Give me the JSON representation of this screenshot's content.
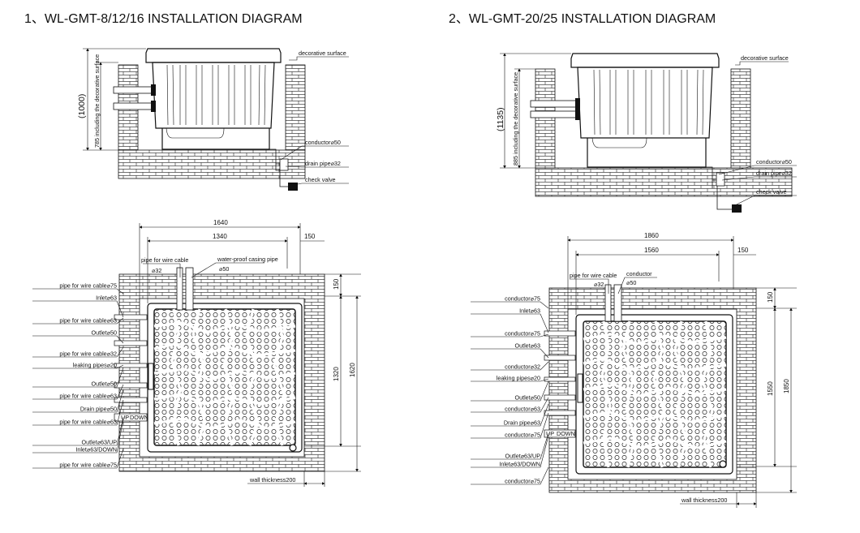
{
  "titles": {
    "left": "1、WL-GMT-8/12/16 INSTALLATION DIAGRAM",
    "right": "2、WL-GMT-20/25 INSTALLATION DIAGRAM"
  },
  "common": {
    "decorative_surface": "decorative surface",
    "conductor_50": "conductor⌀50",
    "drain_pipe_32": "drain pipe⌀32",
    "check_valve": "check valve",
    "up_label": "UP",
    "down_label": "DOWN",
    "wall_thickness": "wall thickness200",
    "dim_150": "150"
  },
  "left": {
    "height_total": "(1000)",
    "height_inner": "785 including the decorative surface",
    "width_outer": "1640",
    "width_inner": "1340",
    "height_outer": "1620",
    "height_inner_plan": "1320",
    "top_pipe_left": "pipe for wire cable",
    "top_pipe_right": "water-proof casing pipe",
    "top_dia_left": "⌀32",
    "top_dia_right": "⌀50",
    "side_labels": [
      "pipe for wire cable⌀75",
      "Inlet⌀63",
      "pipe for wire cable⌀63",
      "Outlet⌀50",
      "pipe for wire cable⌀32",
      "leaking pipes⌀20",
      "Outlet⌀50",
      "pipe for wire cable⌀63",
      "Drain pipe⌀50",
      "pipe for wire cable⌀63",
      "Outlet⌀63/UP",
      "Inlet⌀63/DOWN",
      "pipe for wire cable⌀75"
    ]
  },
  "right": {
    "height_total": "(1135)",
    "height_inner": "885 including the decorative surface",
    "width_outer": "1860",
    "width_inner": "1560",
    "height_outer": "1850",
    "height_inner_plan": "1550",
    "top_pipe_left": "pipe for wire cable",
    "top_pipe_right": "conductor",
    "top_dia_left": "⌀32",
    "top_dia_right": "⌀50",
    "side_labels": [
      "conductor⌀75",
      "Inlet⌀63",
      "conductor⌀75",
      "Outlet⌀63",
      "conductor⌀32",
      "leaking pipes⌀20",
      "Outlet⌀50",
      "conductor⌀63",
      "Drain pipe⌀63",
      "conductor⌀75",
      "Outlet⌀63/UP",
      "Inlet⌀63/DOWN",
      "conductor⌀75"
    ]
  }
}
